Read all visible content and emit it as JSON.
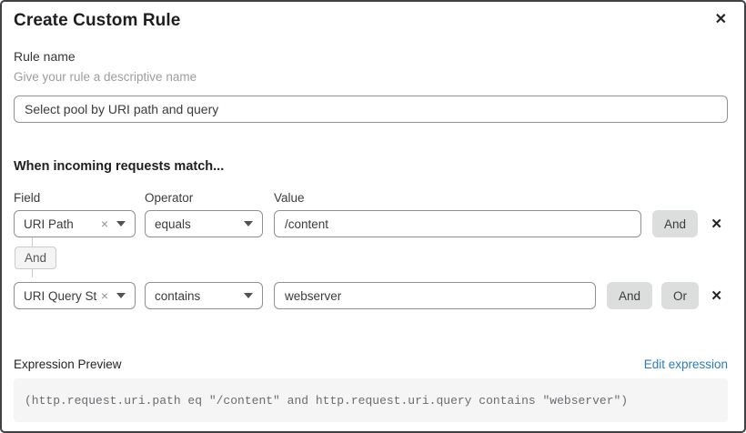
{
  "dialog": {
    "title": "Create Custom Rule"
  },
  "icons": {
    "close": "✕",
    "remove": "✕",
    "clear": "×"
  },
  "rule_name": {
    "label": "Rule name",
    "helper": "Give your rule a descriptive name",
    "value": "Select pool by URI path and query"
  },
  "match_section": {
    "heading": "When incoming requests match...",
    "columns": {
      "field": "Field",
      "operator": "Operator",
      "value": "Value"
    },
    "connector_label": "And",
    "rows": [
      {
        "field": "URI Path",
        "operator": "equals",
        "value": "/content",
        "and_label": "And"
      },
      {
        "field": "URI Query St...",
        "operator": "contains",
        "value": "webserver",
        "and_label": "And",
        "or_label": "Or"
      }
    ]
  },
  "expression": {
    "label": "Expression Preview",
    "edit_link": "Edit expression",
    "preview": "(http.request.uri.path eq \"/content\" and http.request.uri.query contains \"webserver\")"
  },
  "colors": {
    "link_blue": "#2b7bba",
    "button_gray": "#dcdddd",
    "code_bg": "#f5f5f6",
    "dialog_border": "#3f4144"
  }
}
